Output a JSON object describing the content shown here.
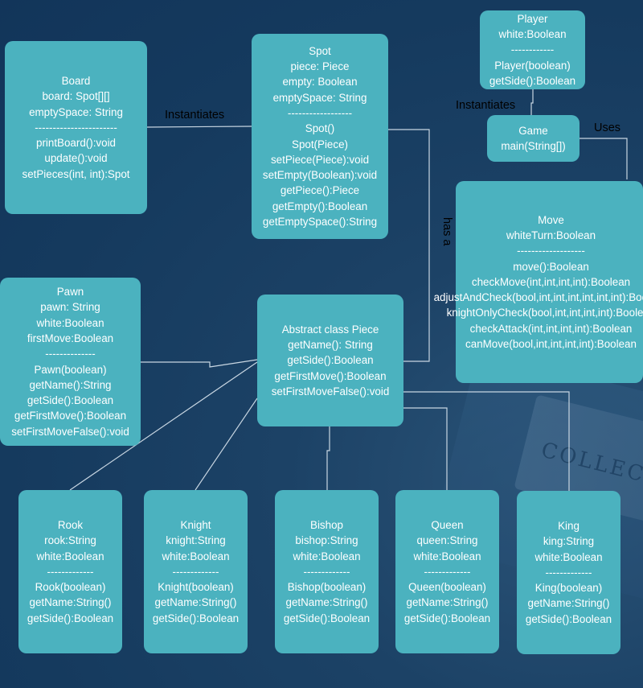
{
  "boxes": {
    "board": {
      "lines": [
        "Board",
        "board: Spot[][]",
        "emptySpace: String",
        "-----------------------",
        "printBoard():void",
        "update():void",
        "setPieces(int, int):Spot"
      ]
    },
    "spot": {
      "lines": [
        "Spot",
        "piece: Piece",
        "empty: Boolean",
        "emptySpace: String",
        "------------------",
        "Spot()",
        "Spot(Piece)",
        "setPiece(Piece):void",
        "setEmpty(Boolean):void",
        "getPiece():Piece",
        "getEmpty():Boolean",
        "getEmptySpace():String"
      ]
    },
    "player": {
      "lines": [
        "Player",
        "white:Boolean",
        "------------",
        "Player(boolean)",
        "getSide():Boolean"
      ]
    },
    "game": {
      "lines": [
        "Game",
        "main(String[])"
      ]
    },
    "move": {
      "lines": [
        "Move",
        "whiteTurn:Boolean",
        "-------------------",
        "move():Boolean",
        "checkMove(int,int,int,int):Boolean",
        "adjustAndCheck(bool,int,int,int,int,int,int):Boolean",
        "knightOnlyCheck(bool,int,int,int,int):Boolean",
        "checkAttack(int,int,int,int):Boolean",
        "canMove(bool,int,int,int,int):Boolean"
      ]
    },
    "pawn": {
      "lines": [
        "Pawn",
        "pawn: String",
        "white:Boolean",
        "firstMove:Boolean",
        "--------------",
        "Pawn(boolean)",
        "getName():String",
        "getSide():Boolean",
        "getFirstMove():Boolean",
        "setFirstMoveFalse():void"
      ]
    },
    "piece": {
      "lines": [
        "Abstract class Piece",
        "getName(): String",
        "getSide():Boolean",
        "getFirstMove():Boolean",
        "setFirstMoveFalse():void"
      ]
    },
    "rook": {
      "lines": [
        "Rook",
        "rook:String",
        "white:Boolean",
        "-------------",
        "Rook(boolean)",
        "getName:String()",
        "getSide():Boolean"
      ]
    },
    "knight": {
      "lines": [
        "Knight",
        "knight:String",
        "white:Boolean",
        "-------------",
        "Knight(boolean)",
        "getName:String()",
        "getSide():Boolean"
      ]
    },
    "bishop": {
      "lines": [
        "Bishop",
        "bishop:String",
        "white:Boolean",
        "-------------",
        "Bishop(boolean)",
        "getName:String()",
        "getSide():Boolean"
      ]
    },
    "queen": {
      "lines": [
        "Queen",
        "queen:String",
        "white:Boolean",
        "-------------",
        "Queen(boolean)",
        "getName:String()",
        "getSide():Boolean"
      ]
    },
    "king": {
      "lines": [
        "King",
        "king:String",
        "white:Boolean",
        "-------------",
        "King(boolean)",
        "getName:String()",
        "getSide():Boolean"
      ]
    }
  },
  "relations": {
    "board_spot": "Instantiates",
    "player_game": "Instantiates",
    "game_move": "Uses",
    "spot_piece": "has a"
  },
  "background_text": "COLLEC",
  "colors": {
    "box": "#4bb2bf",
    "background": "#153a5e",
    "connector": "#c8d6e2",
    "box_text": "#ffffff",
    "relation_text": "#000000"
  }
}
